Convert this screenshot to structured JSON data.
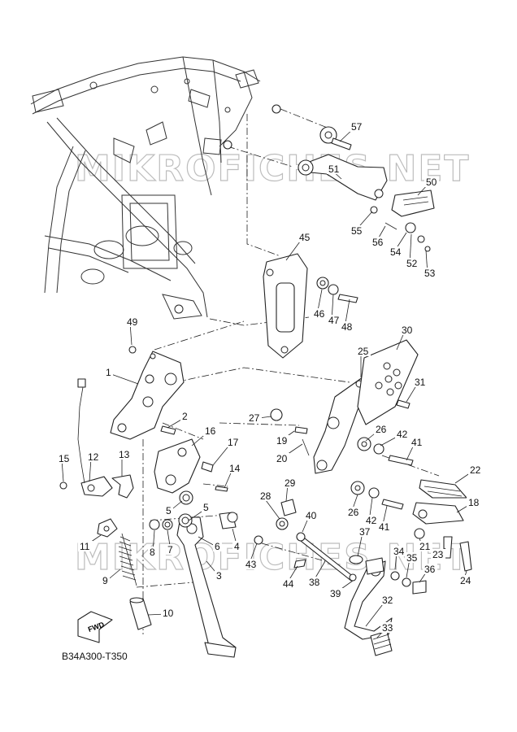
{
  "diagram": {
    "code": "B34A300-T350",
    "fwd_label": "FWD",
    "watermark": "MIKROFICHES.NET",
    "callouts": [
      {
        "id": "c1",
        "label": "1"
      },
      {
        "id": "c2",
        "label": "2"
      },
      {
        "id": "c3",
        "label": "3"
      },
      {
        "id": "c4",
        "label": "4"
      },
      {
        "id": "c5a",
        "label": "5"
      },
      {
        "id": "c5b",
        "label": "5"
      },
      {
        "id": "c6",
        "label": "6"
      },
      {
        "id": "c7",
        "label": "7"
      },
      {
        "id": "c8",
        "label": "8"
      },
      {
        "id": "c9",
        "label": "9"
      },
      {
        "id": "c10",
        "label": "10"
      },
      {
        "id": "c11",
        "label": "11"
      },
      {
        "id": "c12",
        "label": "12"
      },
      {
        "id": "c13",
        "label": "13"
      },
      {
        "id": "c14",
        "label": "14"
      },
      {
        "id": "c15",
        "label": "15"
      },
      {
        "id": "c16",
        "label": "16"
      },
      {
        "id": "c17",
        "label": "17"
      },
      {
        "id": "c18",
        "label": "18"
      },
      {
        "id": "c19",
        "label": "19"
      },
      {
        "id": "c20",
        "label": "20"
      },
      {
        "id": "c21",
        "label": "21"
      },
      {
        "id": "c22",
        "label": "22"
      },
      {
        "id": "c23",
        "label": "23"
      },
      {
        "id": "c24",
        "label": "24"
      },
      {
        "id": "c25",
        "label": "25"
      },
      {
        "id": "c26a",
        "label": "26"
      },
      {
        "id": "c26b",
        "label": "26"
      },
      {
        "id": "c27",
        "label": "27"
      },
      {
        "id": "c28",
        "label": "28"
      },
      {
        "id": "c29",
        "label": "29"
      },
      {
        "id": "c30",
        "label": "30"
      },
      {
        "id": "c31",
        "label": "31"
      },
      {
        "id": "c32",
        "label": "32"
      },
      {
        "id": "c33",
        "label": "33"
      },
      {
        "id": "c34",
        "label": "34"
      },
      {
        "id": "c35",
        "label": "35"
      },
      {
        "id": "c36",
        "label": "36"
      },
      {
        "id": "c37",
        "label": "37"
      },
      {
        "id": "c38",
        "label": "38"
      },
      {
        "id": "c39",
        "label": "39"
      },
      {
        "id": "c40",
        "label": "40"
      },
      {
        "id": "c41a",
        "label": "41"
      },
      {
        "id": "c41b",
        "label": "41"
      },
      {
        "id": "c42a",
        "label": "42"
      },
      {
        "id": "c42b",
        "label": "42"
      },
      {
        "id": "c43",
        "label": "43"
      },
      {
        "id": "c44",
        "label": "44"
      },
      {
        "id": "c45",
        "label": "45"
      },
      {
        "id": "c46",
        "label": "46"
      },
      {
        "id": "c47",
        "label": "47"
      },
      {
        "id": "c48",
        "label": "48"
      },
      {
        "id": "c49",
        "label": "49"
      },
      {
        "id": "c50",
        "label": "50"
      },
      {
        "id": "c51",
        "label": "51"
      },
      {
        "id": "c52",
        "label": "52"
      },
      {
        "id": "c53",
        "label": "53"
      },
      {
        "id": "c54",
        "label": "54"
      },
      {
        "id": "c55",
        "label": "55"
      },
      {
        "id": "c56",
        "label": "56"
      },
      {
        "id": "c57",
        "label": "57"
      }
    ]
  }
}
